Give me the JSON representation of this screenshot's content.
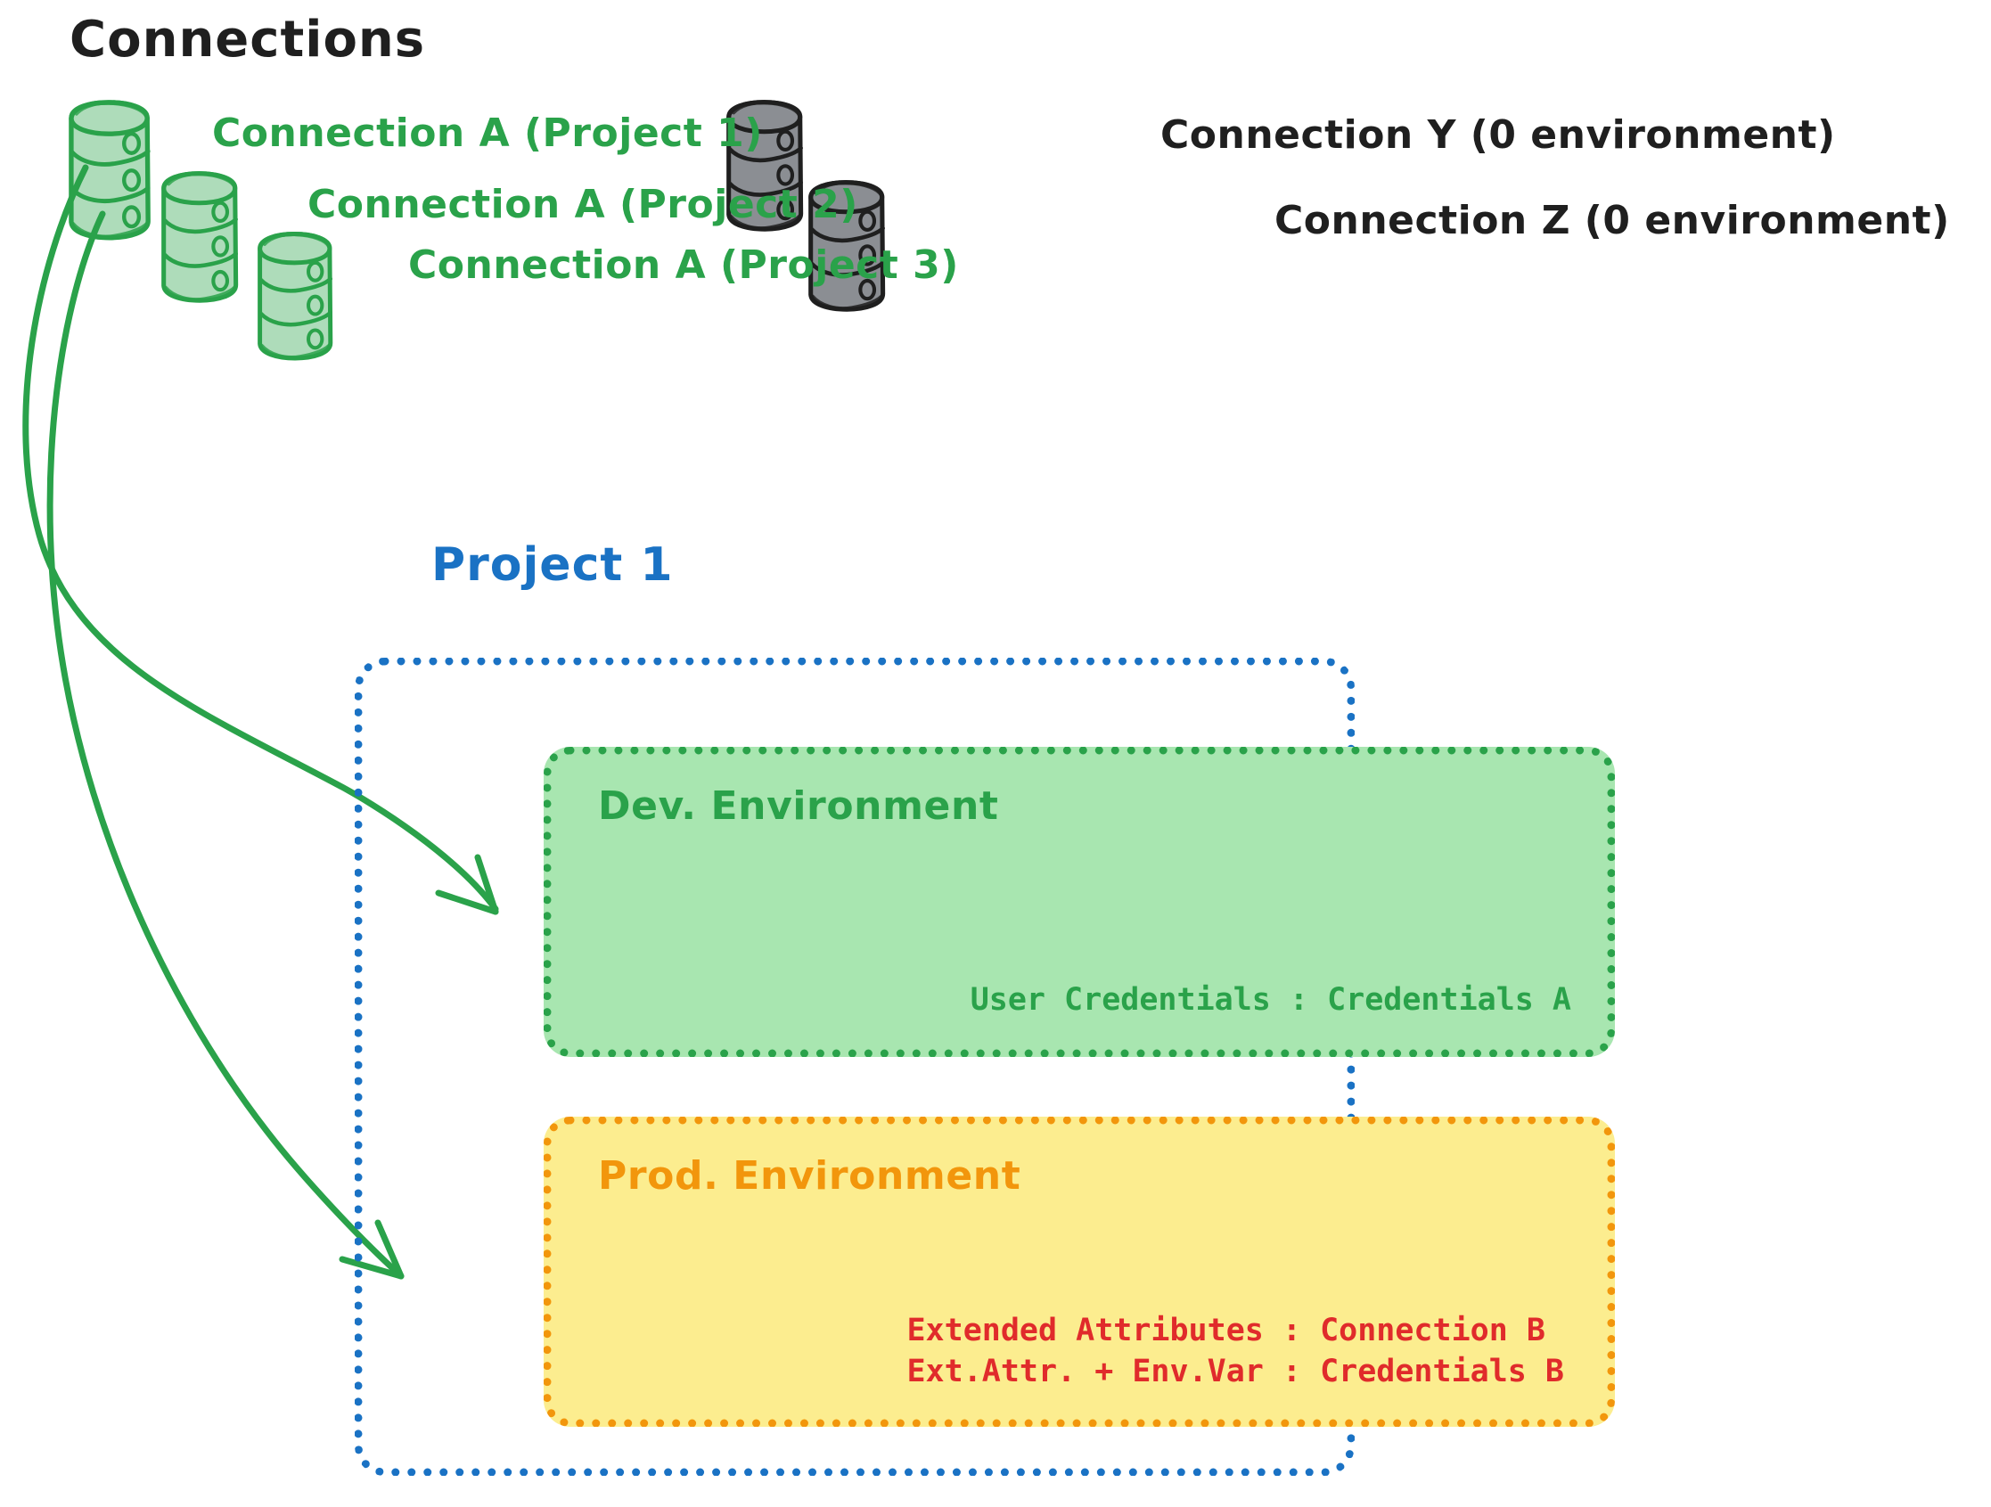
{
  "diagram": {
    "title": "Connections",
    "title_color": "#1f1f1f"
  },
  "colors": {
    "green_stroke": "#2aa24a",
    "green_fill": "#a8e6b0",
    "gray_stroke": "#1f1f1f",
    "gray_fill": "#cdd2da",
    "blue": "#1a72c4",
    "orange_stroke": "#f2960c",
    "orange_fill": "#fced8f",
    "red_text": "#e02b2b"
  },
  "connections": {
    "green": [
      {
        "label": "Connection A (Project 1)",
        "icon": "database-cylinder-icon",
        "color": "#2aa24a"
      },
      {
        "label": "Connection A (Project 2)",
        "icon": "database-cylinder-icon",
        "color": "#2aa24a"
      },
      {
        "label": "Connection A (Project 3)",
        "icon": "database-cylinder-icon",
        "color": "#2aa24a"
      }
    ],
    "gray": [
      {
        "label": "Connection Y (0 environment)",
        "icon": "database-cylinder-icon",
        "color": "#1f1f1f"
      },
      {
        "label": "Connection Z (0 environment)",
        "icon": "database-cylinder-icon",
        "color": "#1f1f1f"
      }
    ]
  },
  "project": {
    "title": "Project 1",
    "environments": [
      {
        "name": "Dev. Environment",
        "accent": "#2aa24a",
        "fill": "#a8e6b0",
        "attributes": "User Credentials : Credentials A"
      },
      {
        "name": "Prod. Environment",
        "accent": "#f2960c",
        "fill": "#fced8f",
        "attributes": "Extended Attributes : Connection B\nExt.Attr. + Env.Var : Credentials B"
      }
    ]
  },
  "arrows": [
    {
      "from": "Connection A (Project 1)",
      "to": "Dev. Environment",
      "color": "#2aa24a"
    },
    {
      "from": "Connection A (Project 1)",
      "to": "Prod. Environment",
      "color": "#2aa24a"
    }
  ]
}
